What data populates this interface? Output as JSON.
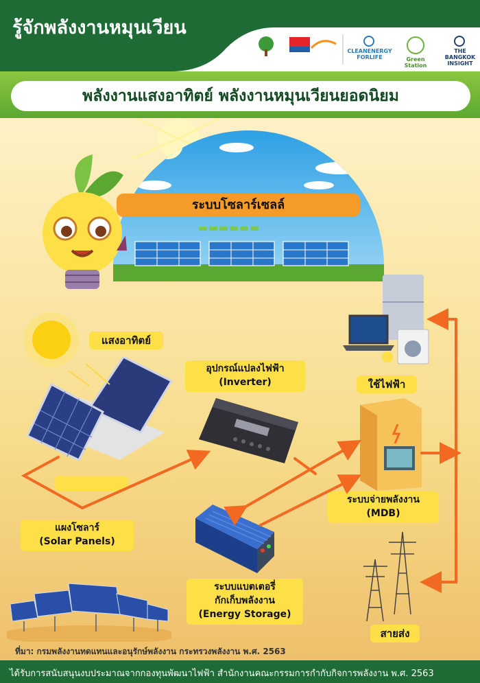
{
  "header": {
    "title": "รู้จักพลังงานหมุนเวียน",
    "logos": [
      "CLEANENERGY FORLIFE",
      "THE BANGKOK INSIGHT",
      "Green Station"
    ]
  },
  "banner": {
    "title": "พลังงานแสงอาทิตย์ พลังงานหมุนเวียนยอดนิยม"
  },
  "solar_system_label": "ระบบโซลาร์เซลล์",
  "components": {
    "sunlight": "แสงอาทิตย์",
    "inverter_line1": "อุปกรณ์แปลงไฟฟ้า",
    "inverter_line2": "(Inverter)",
    "use_power": "ใช้ไฟฟ้า",
    "panels_line1": "แผงโซลาร์",
    "panels_line2": "(Solar Panels)",
    "mdb_line1": "ระบบจ่ายพลังงาน",
    "mdb_line2": "(MDB)",
    "storage_line1": "ระบบแบตเตอรี่",
    "storage_line2": "กักเก็บพลังงาน",
    "storage_line3": "(Energy Storage)",
    "transmission": "สายส่ง"
  },
  "source": "ที่มา: กรมพลังงานทดแทนและอนุรักษ์พลังงาน กระทรวงพลังงาน พ.ศ. 2563",
  "footer": "ได้รับการสนับสนุนงบประมาณจากกองทุนพัฒนาไฟฟ้า สำนักงานคณะกรรมการกำกับกิจการพลังงาน พ.ศ. 2563",
  "colors": {
    "header_green": "#1f6b35",
    "label_yellow": "#fde048",
    "arrow_orange": "#f26a21",
    "banner_green": "#8cc63f"
  }
}
